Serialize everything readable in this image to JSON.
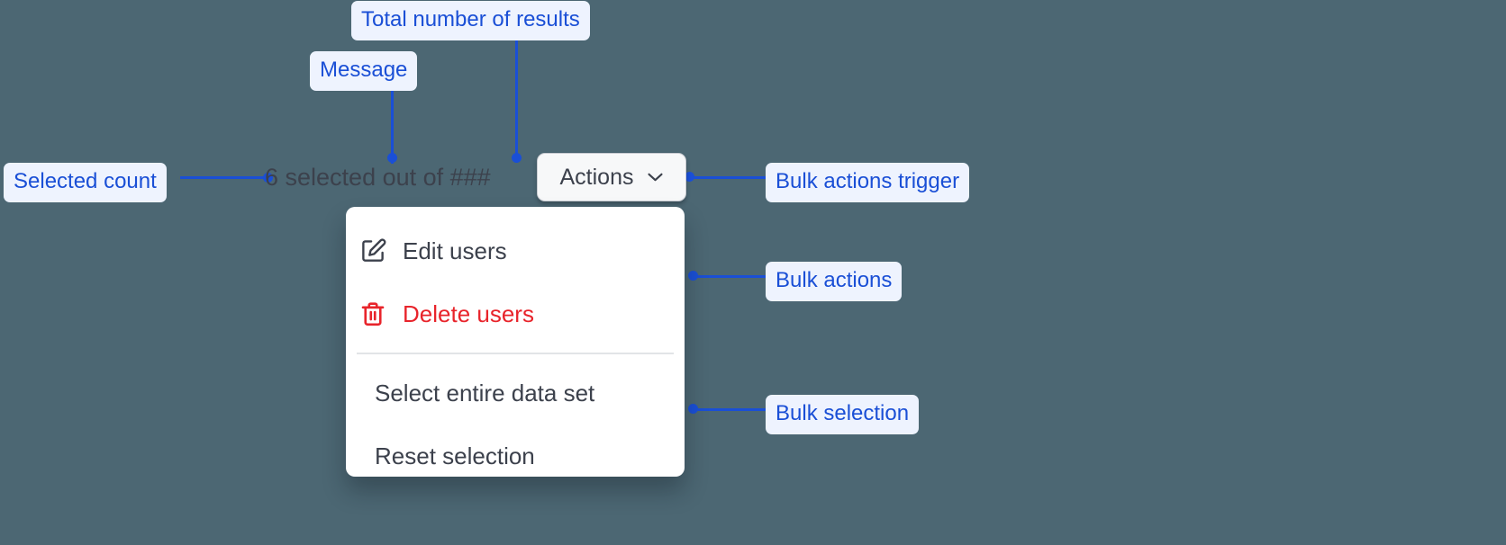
{
  "canvas": {
    "background": "#4c6773",
    "annotation_color": "#1a4fd6",
    "annotation_bg": "#eef3fe"
  },
  "annotations": [
    {
      "id": "total-results",
      "label": "Total number of results"
    },
    {
      "id": "message",
      "label": "Message"
    },
    {
      "id": "selected-count",
      "label": "Selected count"
    },
    {
      "id": "bulk-trigger",
      "label": "Bulk actions trigger"
    },
    {
      "id": "bulk-actions",
      "label": "Bulk actions"
    },
    {
      "id": "bulk-selection",
      "label": "Bulk selection"
    }
  ],
  "component": {
    "selection_message": {
      "full_text": "6 selected out of ###",
      "selected_count": "6",
      "middle_text": " selected out of ",
      "total_results": "###",
      "color": "#3c414c"
    },
    "actions_trigger": {
      "label": "Actions",
      "icon": "chevron-down-icon",
      "expanded": "true"
    },
    "dropdown": {
      "groups": [
        {
          "name": "bulk-actions",
          "items": [
            {
              "label": "Edit users",
              "icon": "edit-pencil-icon",
              "tone": "default",
              "color": "#3c414c"
            },
            {
              "label": "Delete users",
              "icon": "trash-icon",
              "tone": "danger",
              "color": "#e8242b"
            }
          ]
        },
        {
          "name": "bulk-selection",
          "items": [
            {
              "label": "Select entire data set",
              "icon": "",
              "tone": "default",
              "color": "#3c414c"
            },
            {
              "label": "Reset selection",
              "icon": "",
              "tone": "default",
              "color": "#3c414c"
            }
          ]
        }
      ]
    }
  }
}
